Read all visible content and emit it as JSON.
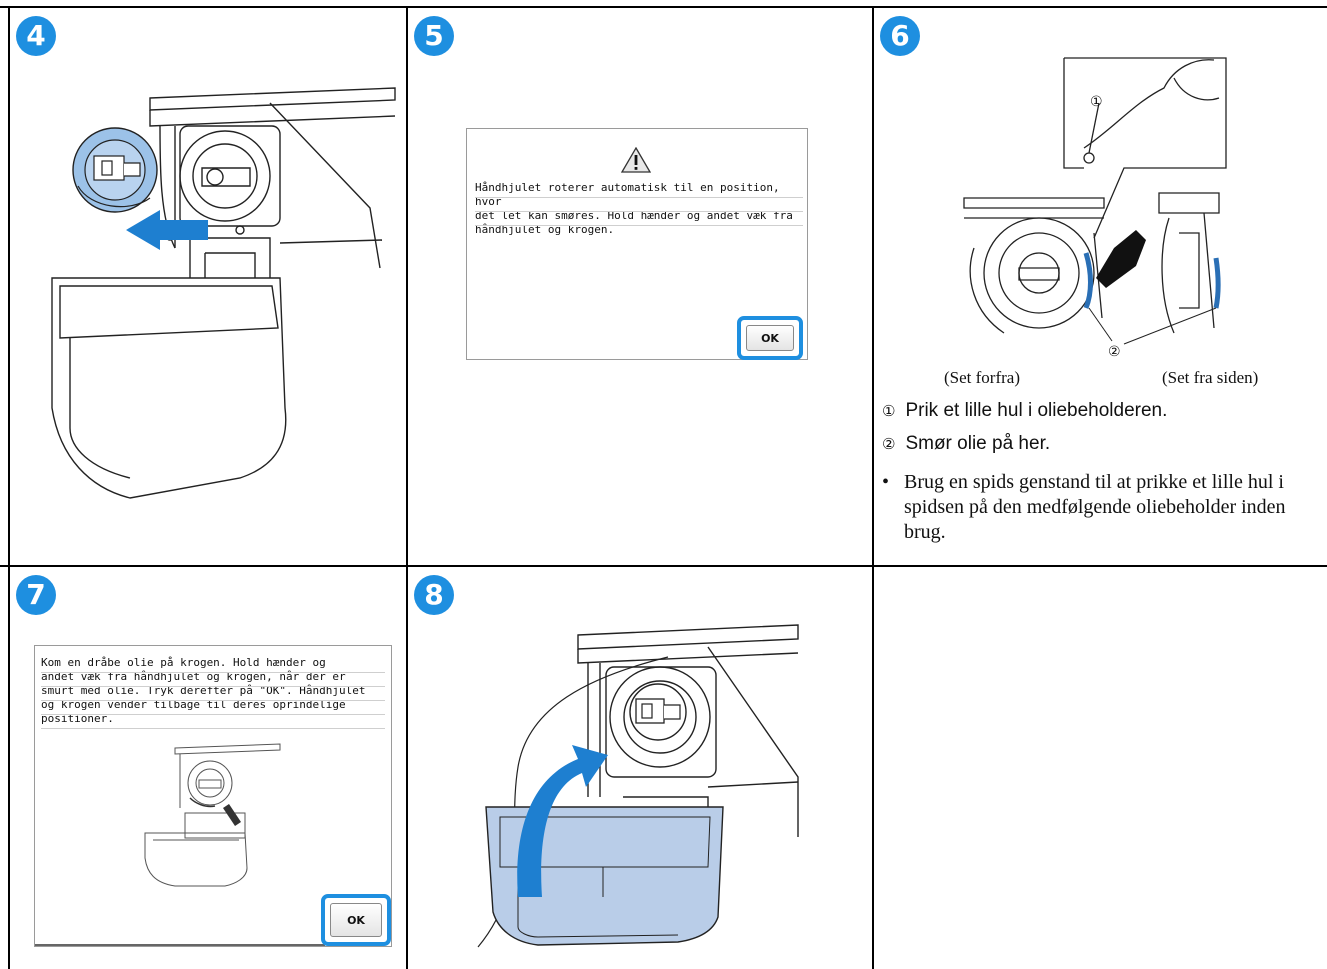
{
  "steps": {
    "step4": {
      "number": "4"
    },
    "step5": {
      "number": "5",
      "screen_message": "Håndhjulet roterer automatisk til en position, hvor\ndet let kan smøres. Hold hænder og andet væk fra\nhåndhjulet og krogen.",
      "ok_label": "OK"
    },
    "step6": {
      "number": "6",
      "callout_1": "①",
      "callout_2": "②",
      "caption_front": "(Set forfra)",
      "caption_side": "(Set fra siden)",
      "note_1_marker": "①",
      "note_1": "Prik et lille hul i oliebeholderen.",
      "note_2_marker": "②",
      "note_2": "Smør olie på her.",
      "bullet": "•",
      "bullet_text": "Brug en spids genstand til at prikke et lille hul i spidsen på den medfølgende oliebeholder inden brug."
    },
    "step7": {
      "number": "7",
      "screen_message": "Kom en dråbe olie på krogen. Hold hænder og\nandet væk fra håndhjulet og krogen, når der er\nsmurt med olie. Tryk derefter på \"OK\". Håndhjulet\nog krogen vender tilbage til deres oprindelige\npositioner.",
      "ok_label": "OK"
    },
    "step8": {
      "number": "8"
    }
  },
  "colors": {
    "accent": "#1e8fe0",
    "oil_blue": "#2a6fb5",
    "case_fill": "#b9cde8",
    "bobbin_fill": "#7fb0e0"
  }
}
